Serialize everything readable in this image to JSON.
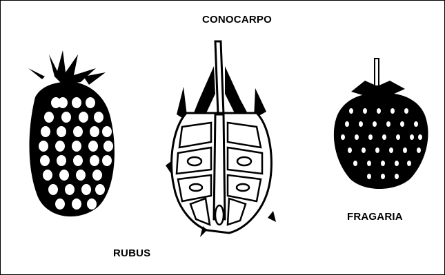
{
  "diagram": {
    "title": "CONOCARPO",
    "figures": [
      {
        "label": "RUBUS",
        "depicts": "raspberry-fruit-icon"
      },
      {
        "label": "",
        "depicts": "fruit-longitudinal-section-icon"
      },
      {
        "label": "FRAGARIA",
        "depicts": "strawberry-fruit-icon"
      }
    ]
  },
  "colors": {
    "ink": "#000000",
    "paper": "#ffffff"
  }
}
